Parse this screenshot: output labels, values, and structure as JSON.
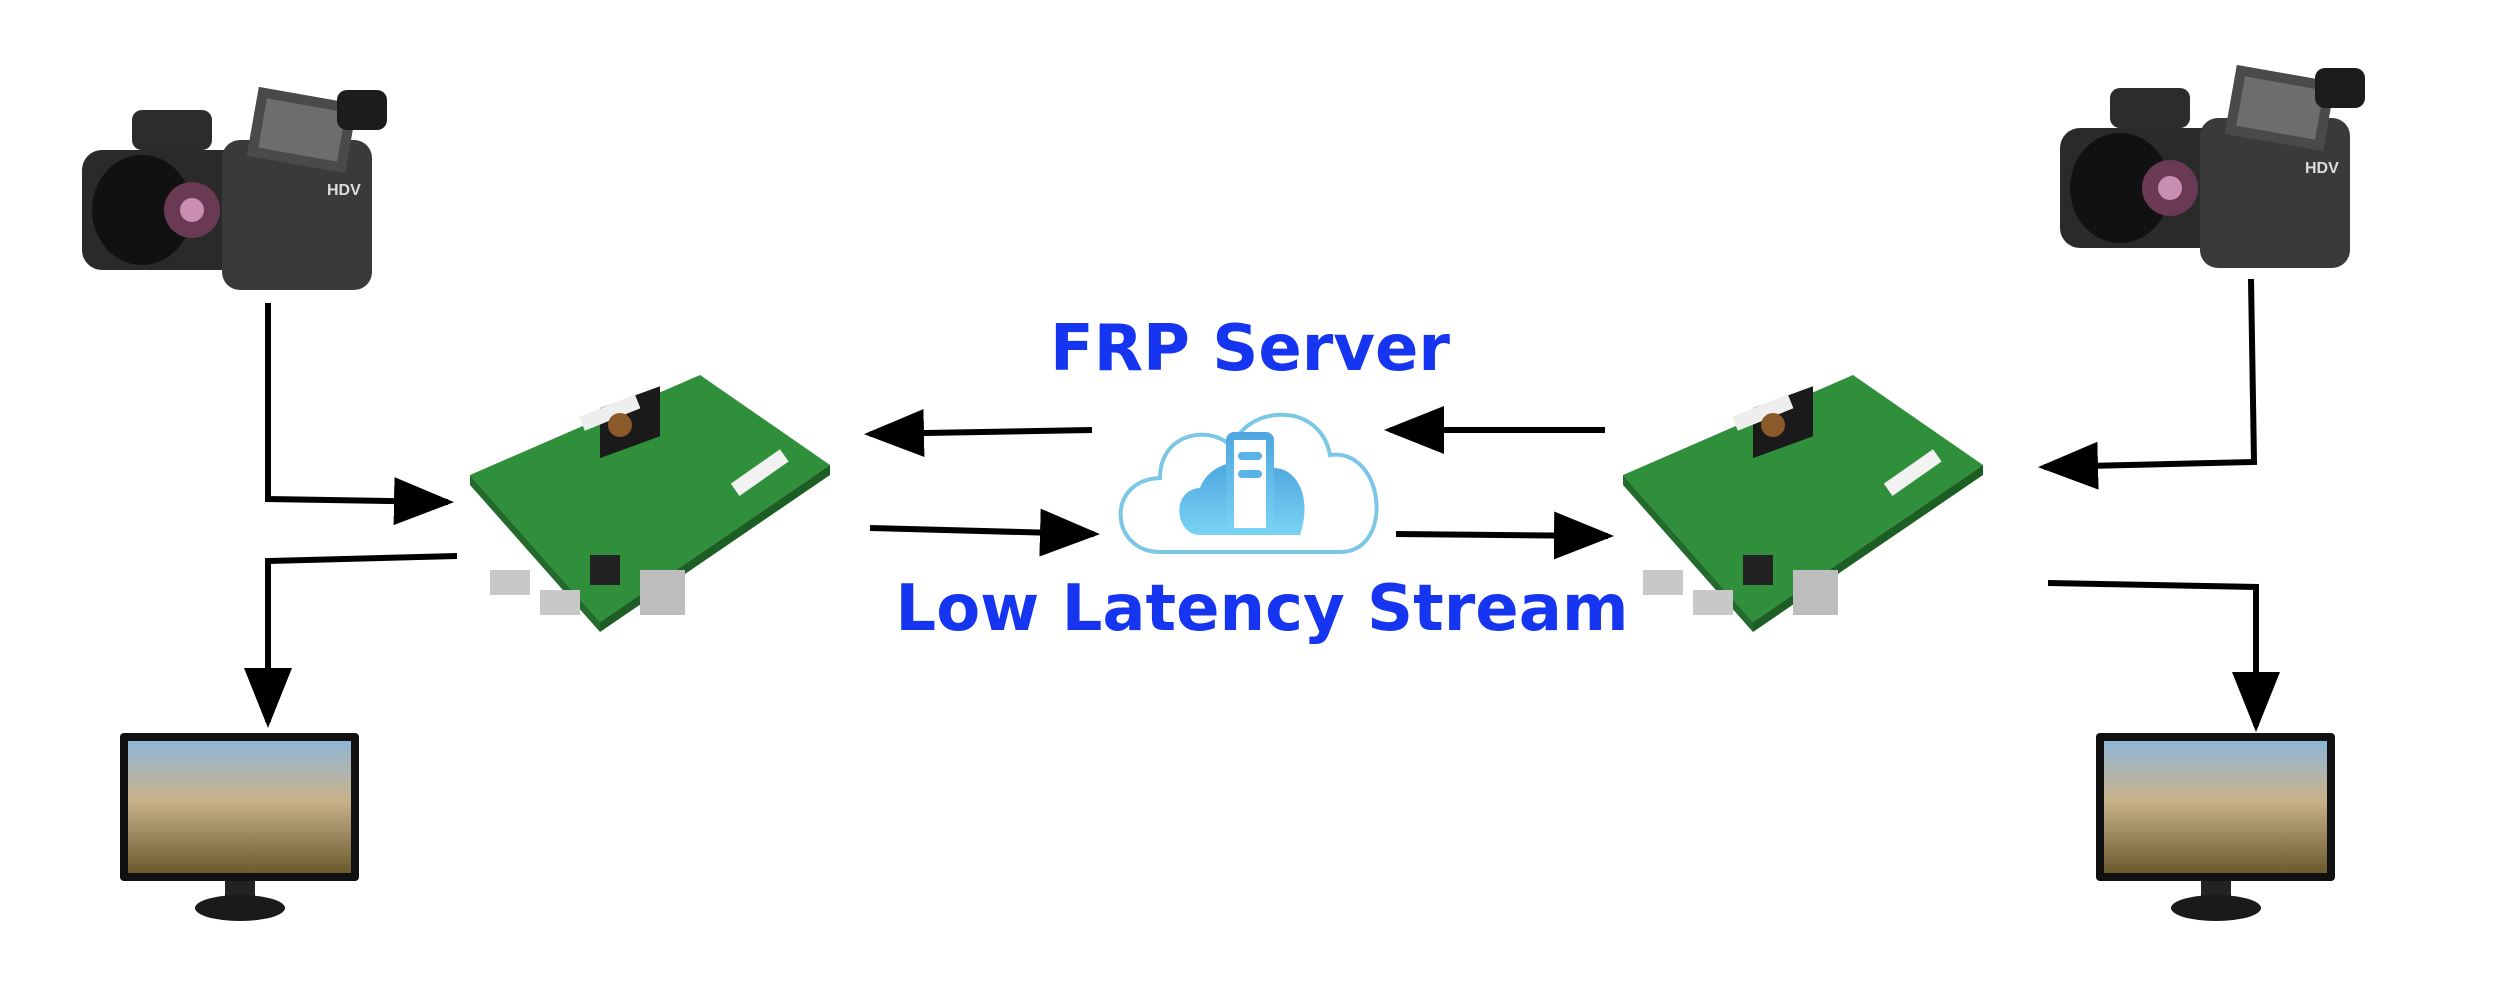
{
  "labels": {
    "server": "FRP Server",
    "stream": "Low Latency Stream",
    "camera_brand": "HDV"
  },
  "nodes": {
    "cameras": [
      "video-camera-left",
      "video-camera-right"
    ],
    "boards": [
      "encoder-board-left",
      "encoder-board-right"
    ],
    "monitors": [
      "monitor-left",
      "monitor-right"
    ],
    "server": "cloud-server-icon"
  },
  "colors": {
    "label": "#1535f0",
    "arrow": "#000000",
    "board": "#2f8f3a",
    "cloud_outline": "#7cc7e6",
    "server_fill": "#58b4e6"
  }
}
